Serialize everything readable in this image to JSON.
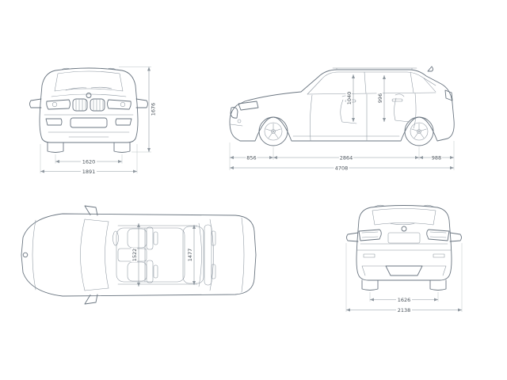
{
  "palette": {
    "background": "#ffffff",
    "car_line_color": "#6a7580",
    "dimension_line_color": "#8e979f",
    "dimension_text_color": "#49525a"
  },
  "views": {
    "front": {
      "dims": {
        "overall_height": "1676",
        "front_track": "1620",
        "overall_width": "1891"
      }
    },
    "side": {
      "dims": {
        "front_overhang": "856",
        "wheelbase": "2864",
        "rear_overhang": "988",
        "overall_length": "4708",
        "front_headroom": "1040",
        "rear_headroom": "996"
      }
    },
    "top": {
      "dims": {
        "front_interior_width": "1522",
        "rear_interior_width": "1477"
      }
    },
    "rear": {
      "dims": {
        "rear_track": "1626",
        "width_incl_mirrors": "2138"
      }
    }
  }
}
